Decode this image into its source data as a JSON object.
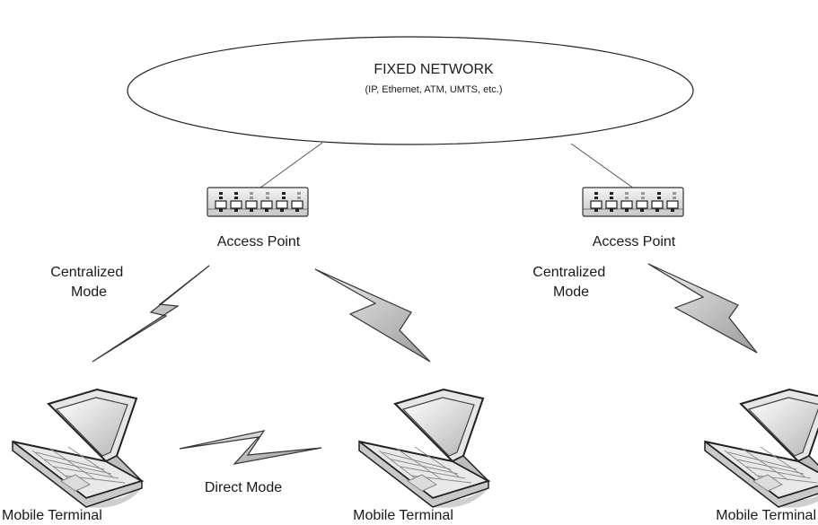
{
  "network": {
    "title": "FIXED NETWORK",
    "subtitle": "(IP, Ethernet, ATM, UMTS, etc.)"
  },
  "access_points": [
    {
      "label": "Access Point"
    },
    {
      "label": "Access Point"
    }
  ],
  "modes": {
    "centralized_left_line1": "Centralized",
    "centralized_left_line2": "Mode",
    "centralized_right_line1": "Centralized",
    "centralized_right_line2": "Mode",
    "direct": "Direct Mode"
  },
  "terminals": [
    {
      "label": "Mobile Terminal"
    },
    {
      "label": "Mobile Terminal"
    },
    {
      "label": "Mobile Terminal"
    }
  ]
}
